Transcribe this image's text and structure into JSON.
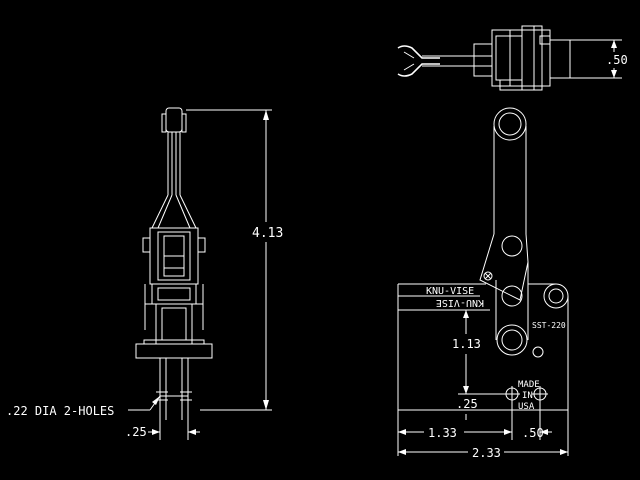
{
  "drawing": {
    "overall_height_dim": "4.13",
    "hole_callout": ".22 DIA 2-HOLES",
    "side_width_dim": ".25",
    "top_width_dim": ".50",
    "front_height_dim": "1.13",
    "front_small_height_dim": ".25",
    "front_dim_left": "1.33",
    "front_dim_right": ".50",
    "front_overall_width": "2.33",
    "brand_label": "KNU-VISE",
    "model_label": "SST-220",
    "made_line1": "MADE",
    "made_line2": "IN",
    "made_line3": "USA"
  }
}
